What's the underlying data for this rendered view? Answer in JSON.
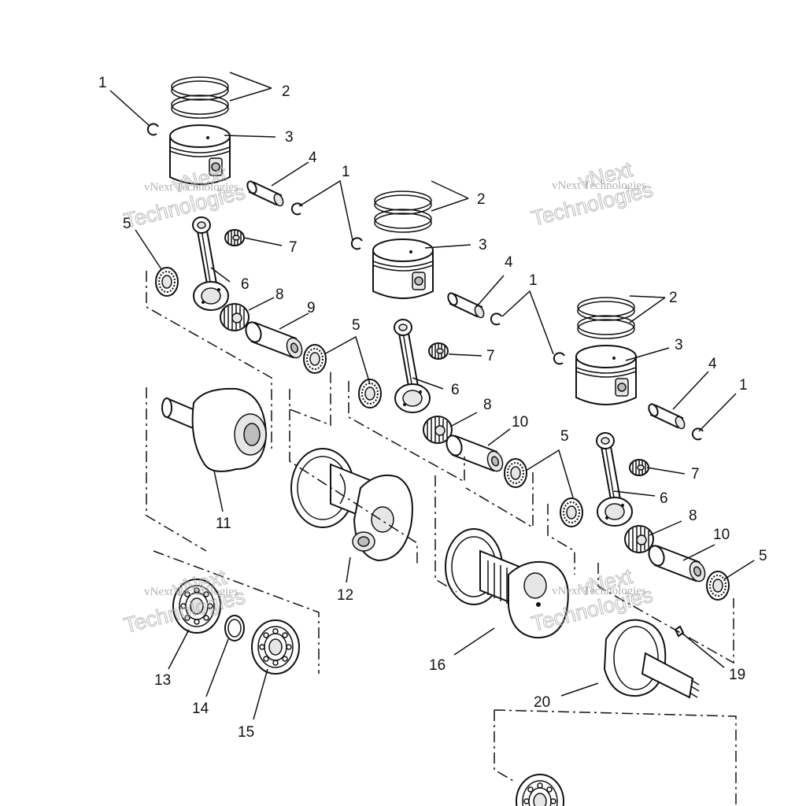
{
  "callouts": {
    "n1": "1",
    "n2": "2",
    "n3": "3",
    "n4": "4",
    "n5": "5",
    "n6": "6",
    "n7": "7",
    "n8": "8",
    "n9": "9",
    "n10": "10",
    "n11": "11",
    "n12": "12",
    "n13": "13",
    "n14": "14",
    "n15": "15",
    "n16": "16",
    "n19": "19",
    "n20": "20"
  },
  "watermark": {
    "line1": "vNext Technologies",
    "line2": "vNext",
    "line3": "Technologies"
  }
}
